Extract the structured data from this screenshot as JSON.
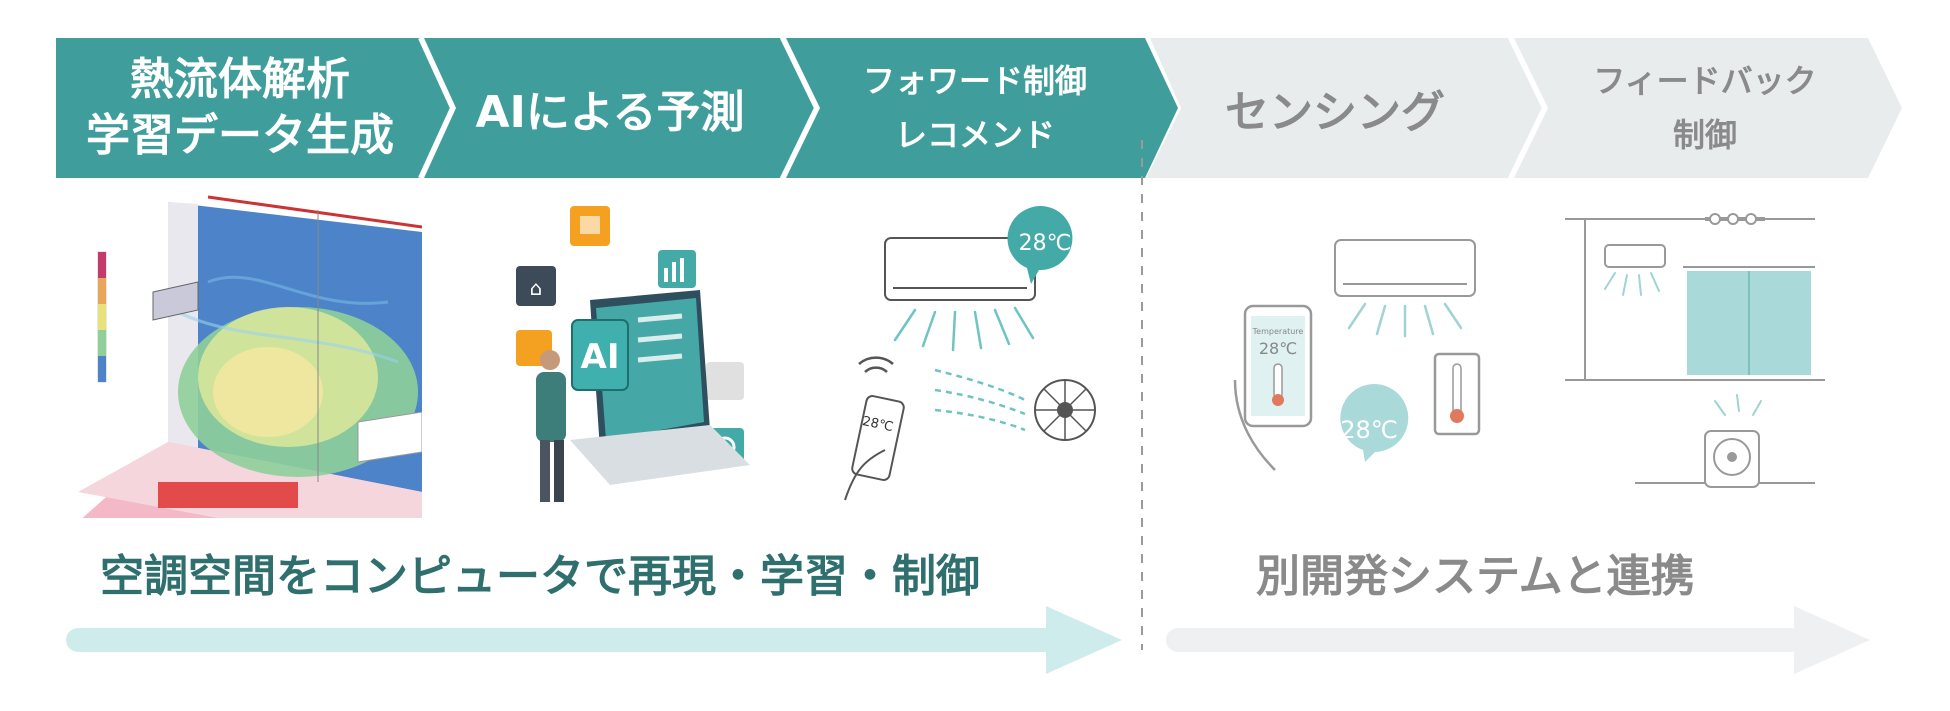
{
  "steps": [
    {
      "line1": "熱流体解析",
      "line2": "学習データ生成",
      "state": "active"
    },
    {
      "line1": "AIによる予測",
      "line2": "",
      "state": "active"
    },
    {
      "line1": "フォワード制御",
      "line2": "レコメンド",
      "state": "active"
    },
    {
      "line1": "センシング",
      "line2": "",
      "state": "inactive"
    },
    {
      "line1": "フィードバック",
      "line2": "制御",
      "state": "inactive"
    }
  ],
  "captions": {
    "left": "空調空間をコンピュータで再現・学習・制御",
    "right": "別開発システムと連携"
  },
  "illustrations": {
    "ac_remote_temp": "28℃",
    "remote_temp": "28℃",
    "phone_header": "Temperature",
    "phone_temp": "28℃",
    "bubble_temp": "28℃",
    "ai_chip": "AI"
  },
  "colors": {
    "active": "#3f9e9c",
    "inactive": "#e9eced",
    "active_text": "#ffffff",
    "inactive_text": "#8a8a8a",
    "caption_left": "#2f6f6e",
    "caption_right": "#8a8a8a",
    "arrow_left": "#cfecec",
    "arrow_right": "#eef0f1"
  }
}
